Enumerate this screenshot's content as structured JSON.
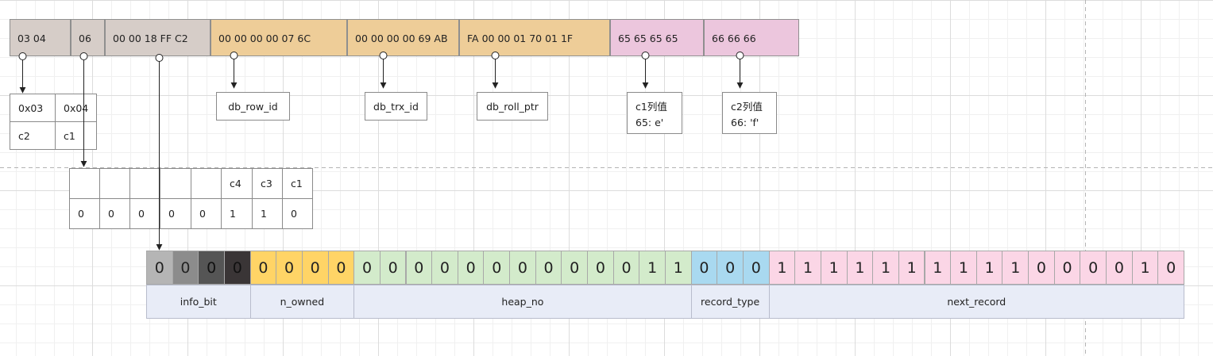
{
  "top_bytes": [
    {
      "id": "0304",
      "text": "03 04",
      "color": "#d6cdc8"
    },
    {
      "id": "06",
      "text": "06",
      "color": "#d6cdc8"
    },
    {
      "id": "header",
      "text": "00 00 18 FF C2",
      "color": "#d6cdc8"
    },
    {
      "id": "rowid",
      "text": "00 00 00 00 07 6C",
      "color": "#eecd98"
    },
    {
      "id": "trxid",
      "text": "00 00 00 00 69 AB",
      "color": "#eecd98"
    },
    {
      "id": "rollptr",
      "text": "FA 00 00 01 70 01 1F",
      "color": "#eecd98"
    },
    {
      "id": "c1",
      "text": "65 65 65 65",
      "color": "#ecc6dd"
    },
    {
      "id": "c2",
      "text": "66 66 66",
      "color": "#ecc6dd"
    }
  ],
  "varlen_table": {
    "top": [
      "0x03",
      "0x04"
    ],
    "bottom": [
      "c2",
      "c1"
    ]
  },
  "labels": {
    "row_id": "db_row_id",
    "trx_id": "db_trx_id",
    "roll_ptr": "db_roll_ptr",
    "c1_title": "c1列值",
    "c1_value": "65: e'",
    "c2_title": "c2列值",
    "c2_value": "66: 'f'"
  },
  "null_table": {
    "top": [
      "",
      "",
      "",
      "",
      "",
      "c4",
      "c3",
      "c1"
    ],
    "bottom": [
      "0",
      "0",
      "0",
      "0",
      "0",
      "1",
      "1",
      "0"
    ]
  },
  "header_bits": [
    {
      "v": "0",
      "bg": "#b5b5b5"
    },
    {
      "v": "0",
      "bg": "#8c8c8c"
    },
    {
      "v": "0",
      "bg": "#555555"
    },
    {
      "v": "0",
      "bg": "#3a3536"
    },
    {
      "v": "0",
      "bg": "#ffd466"
    },
    {
      "v": "0",
      "bg": "#ffd466"
    },
    {
      "v": "0",
      "bg": "#ffd466"
    },
    {
      "v": "0",
      "bg": "#ffd466"
    },
    {
      "v": "0",
      "bg": "#d3ebcb"
    },
    {
      "v": "0",
      "bg": "#d3ebcb"
    },
    {
      "v": "0",
      "bg": "#d3ebcb"
    },
    {
      "v": "0",
      "bg": "#d3ebcb"
    },
    {
      "v": "0",
      "bg": "#d3ebcb"
    },
    {
      "v": "0",
      "bg": "#d3ebcb"
    },
    {
      "v": "0",
      "bg": "#d3ebcb"
    },
    {
      "v": "0",
      "bg": "#d3ebcb"
    },
    {
      "v": "0",
      "bg": "#d3ebcb"
    },
    {
      "v": "0",
      "bg": "#d3ebcb"
    },
    {
      "v": "0",
      "bg": "#d3ebcb"
    },
    {
      "v": "1",
      "bg": "#d3ebcb"
    },
    {
      "v": "1",
      "bg": "#d3ebcb"
    },
    {
      "v": "0",
      "bg": "#a9d9f0"
    },
    {
      "v": "0",
      "bg": "#a9d9f0"
    },
    {
      "v": "0",
      "bg": "#a9d9f0"
    },
    {
      "v": "1",
      "bg": "#fbd6e6"
    },
    {
      "v": "1",
      "bg": "#fbd6e6"
    },
    {
      "v": "1",
      "bg": "#fbd6e6"
    },
    {
      "v": "1",
      "bg": "#fbd6e6"
    },
    {
      "v": "1",
      "bg": "#fbd6e6"
    },
    {
      "v": "1",
      "bg": "#fbd6e6"
    },
    {
      "v": "1",
      "bg": "#fbd6e6"
    },
    {
      "v": "1",
      "bg": "#fbd6e6"
    },
    {
      "v": "1",
      "bg": "#fbd6e6"
    },
    {
      "v": "1",
      "bg": "#fbd6e6"
    },
    {
      "v": "0",
      "bg": "#fbd6e6"
    },
    {
      "v": "0",
      "bg": "#fbd6e6"
    },
    {
      "v": "0",
      "bg": "#fbd6e6"
    },
    {
      "v": "0",
      "bg": "#fbd6e6"
    },
    {
      "v": "1",
      "bg": "#fbd6e6"
    },
    {
      "v": "0",
      "bg": "#fbd6e6"
    }
  ],
  "header_fields": [
    {
      "name": "info_bit",
      "bits": 4
    },
    {
      "name": "n_owned",
      "bits": 4
    },
    {
      "name": "heap_no",
      "bits": 13
    },
    {
      "name": "record_type",
      "bits": 3
    },
    {
      "name": "next_record",
      "bits": 16
    }
  ]
}
